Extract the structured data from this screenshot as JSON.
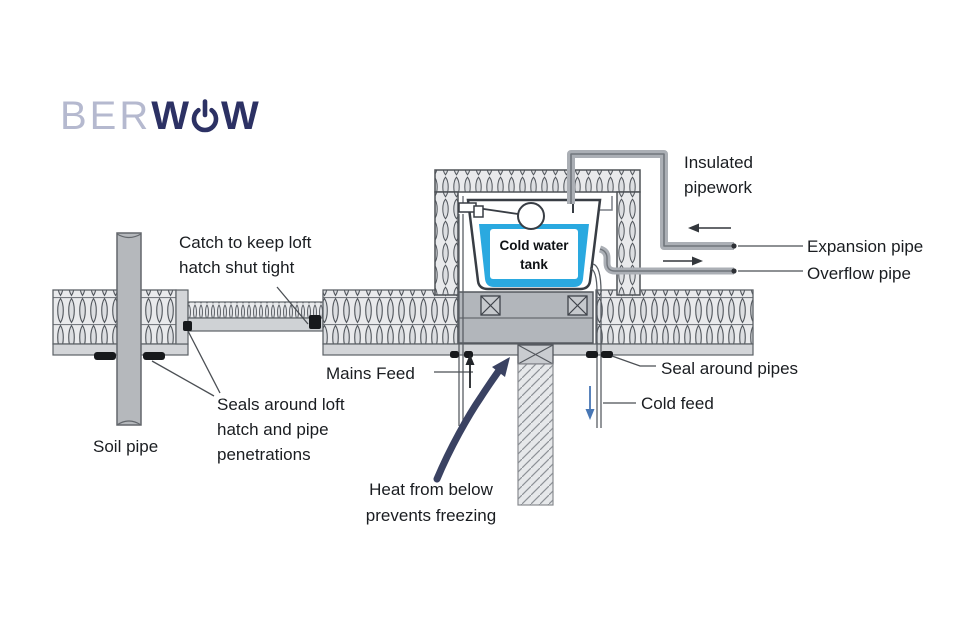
{
  "logo": {
    "prefix": "BER",
    "w1": "W",
    "w2": "W",
    "power_icon": "power-icon"
  },
  "labels": {
    "insulated_pipework": "Insulated pipework",
    "expansion_pipe": "Expansion pipe",
    "overflow_pipe": "Overflow pipe",
    "catch_loft": "Catch to keep loft hatch shut tight",
    "seals_loft": "Seals around loft hatch and pipe penetrations",
    "soil_pipe": "Soil pipe",
    "mains_feed": "Mains Feed",
    "seal_around_pipes": "Seal around pipes",
    "cold_feed": "Cold feed",
    "heat_below": "Heat from below prevents freezing",
    "cold_water_tank": "Cold water tank"
  },
  "colors": {
    "water_blue": "#2aa9e0",
    "navy_arrow": "#3a4262",
    "logo_navy": "#2c3164",
    "logo_light": "#b5b9cf",
    "cold_feed_arrow": "#4877b5",
    "structure_gray": "#b2b6bb",
    "seal_black": "#17191c"
  }
}
